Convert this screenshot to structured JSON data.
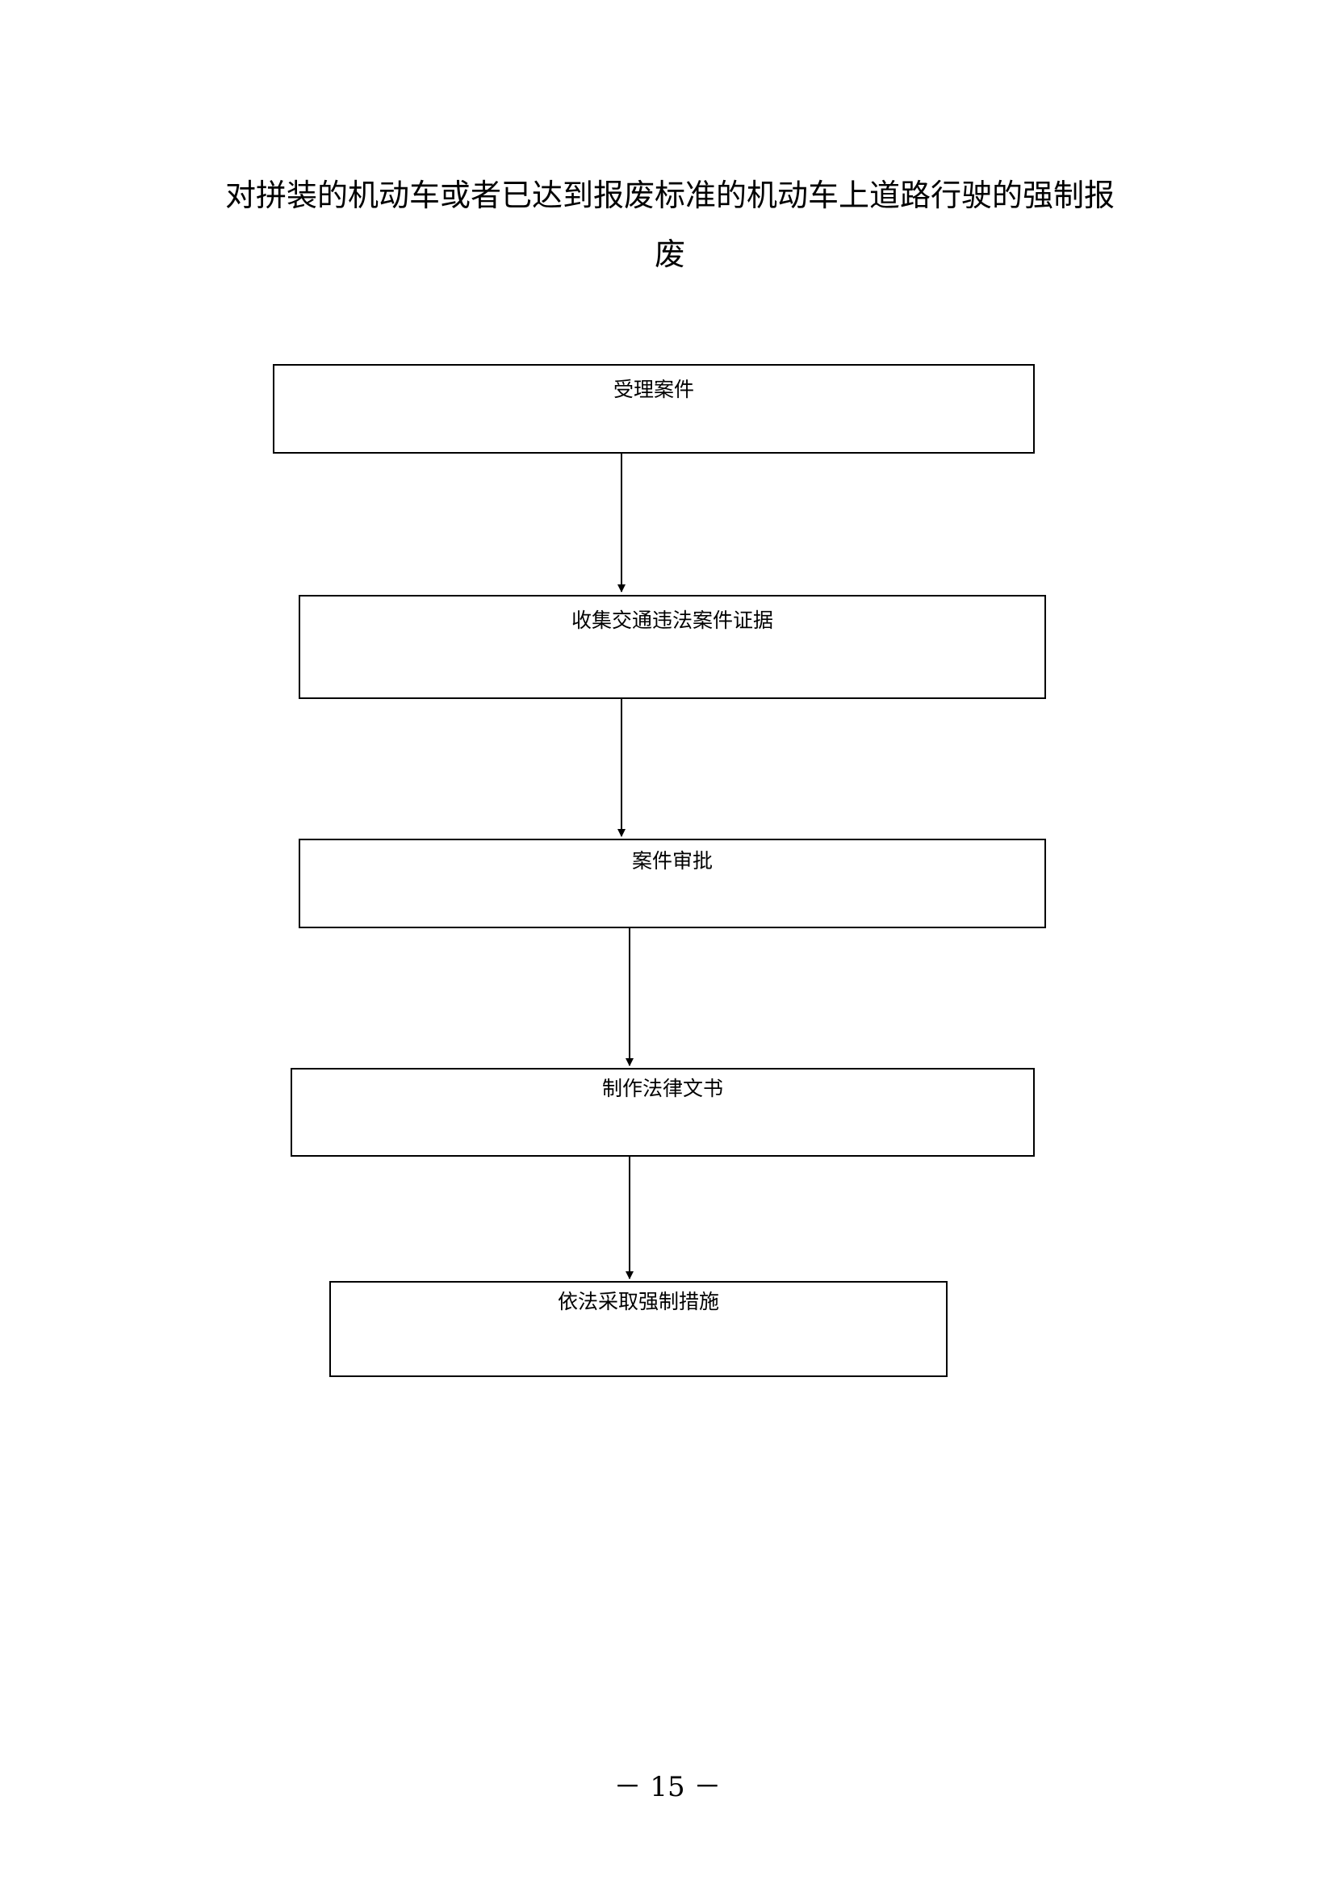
{
  "title": {
    "line1": "对拼装的机动车或者已达到报废标准的机动车上道路行驶的强制报",
    "line2": "废"
  },
  "steps": [
    {
      "label": "受理案件"
    },
    {
      "label": "收集交通违法案件证据"
    },
    {
      "label": "案件审批"
    },
    {
      "label": "制作法律文书"
    },
    {
      "label": "依法采取强制措施"
    }
  ],
  "footer": {
    "page_number": "－ 15 －"
  }
}
